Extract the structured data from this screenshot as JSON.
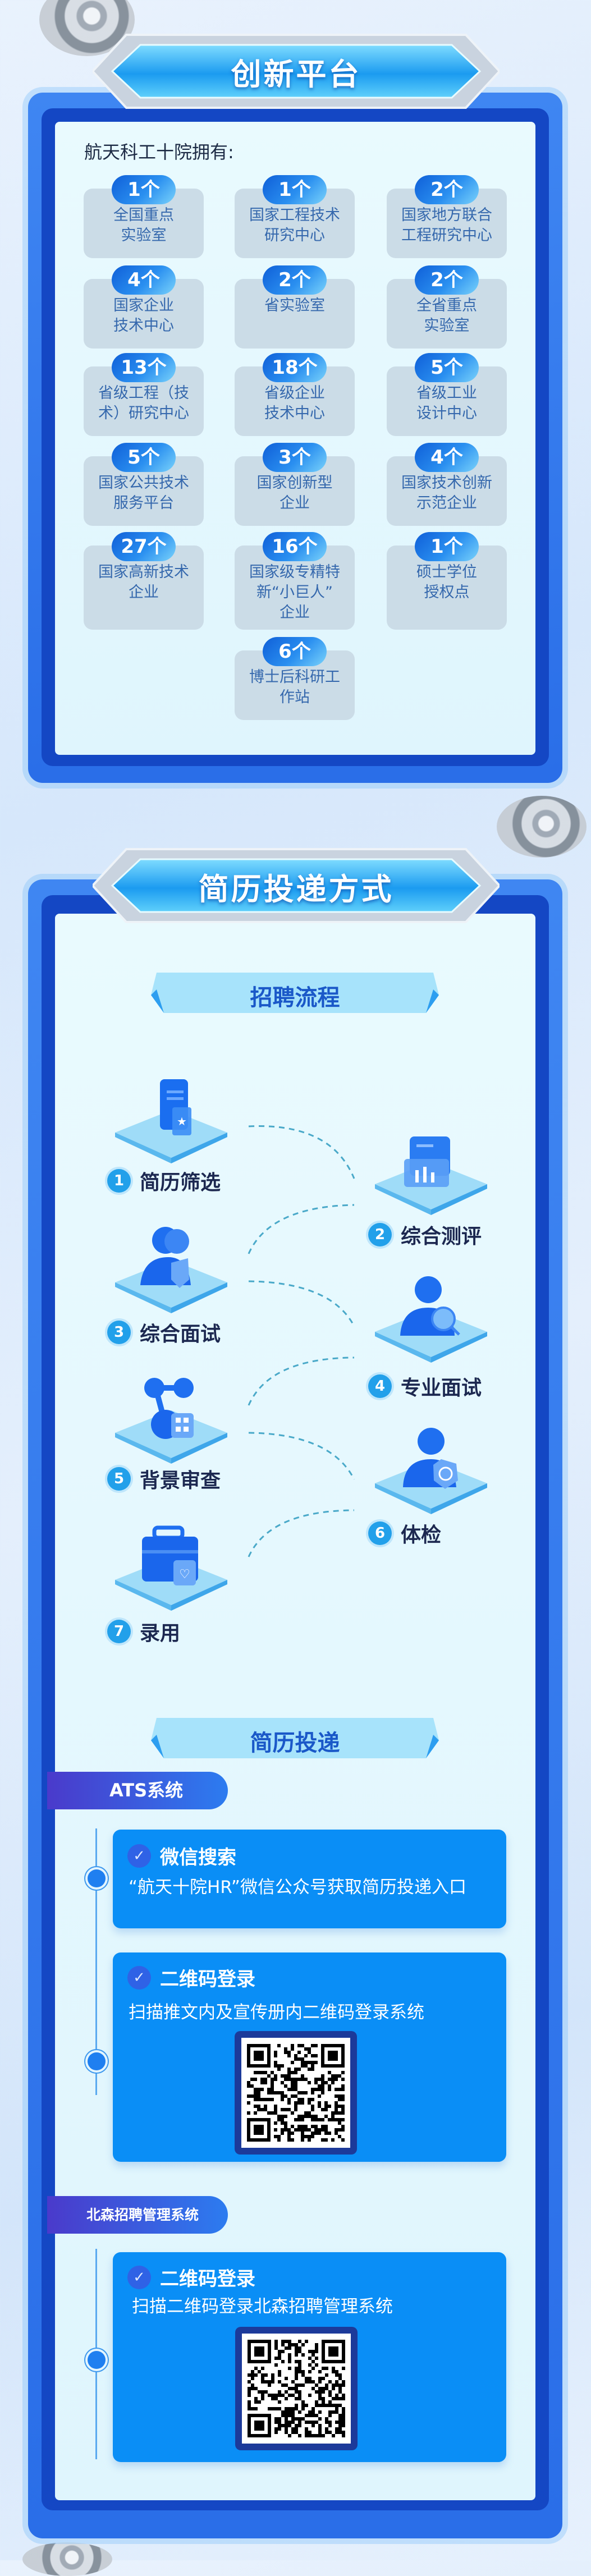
{
  "innovation": {
    "title": "创新平台",
    "intro": "航天科工十院拥有:",
    "items": [
      {
        "count": "1个",
        "label": "全国重点\n实验室"
      },
      {
        "count": "1个",
        "label": "国家工程技术\n研究中心"
      },
      {
        "count": "2个",
        "label": "国家地方联合\n工程研究中心"
      },
      {
        "count": "4个",
        "label": "国家企业\n技术中心"
      },
      {
        "count": "2个",
        "label": "省实验室"
      },
      {
        "count": "2个",
        "label": "全省重点\n实验室"
      },
      {
        "count": "13个",
        "label": "省级工程（技\n术）研究中心"
      },
      {
        "count": "18个",
        "label": "省级企业\n技术中心"
      },
      {
        "count": "5个",
        "label": "省级工业\n设计中心"
      },
      {
        "count": "5个",
        "label": "国家公共技术\n服务平台"
      },
      {
        "count": "3个",
        "label": "国家创新型\n企业"
      },
      {
        "count": "4个",
        "label": "国家技术创新\n示范企业"
      },
      {
        "count": "27个",
        "label": "国家高新技术\n企业"
      },
      {
        "count": "16个",
        "label": "国家级专精特\n新“小巨人”\n企业"
      },
      {
        "count": "1个",
        "label": "硕士学位\n授权点"
      },
      {
        "count": "6个",
        "label": "博士后科研工\n作站"
      }
    ]
  },
  "delivery": {
    "title": "简历投递方式",
    "process": {
      "title": "招聘流程",
      "steps": [
        {
          "num": "1",
          "label": "简历筛选",
          "icon": "resume-star-icon"
        },
        {
          "num": "2",
          "label": "综合测评",
          "icon": "assessment-chart-icon"
        },
        {
          "num": "3",
          "label": "综合面试",
          "icon": "group-interview-icon"
        },
        {
          "num": "4",
          "label": "专业面试",
          "icon": "person-search-icon"
        },
        {
          "num": "5",
          "label": "背景审查",
          "icon": "network-grid-icon"
        },
        {
          "num": "6",
          "label": "体检",
          "icon": "person-target-icon"
        },
        {
          "num": "7",
          "label": "录用",
          "icon": "briefcase-heart-icon"
        }
      ]
    },
    "submit": {
      "title": "简历投递",
      "ats": {
        "label": "ATS系统",
        "cards": [
          {
            "title": "微信搜索",
            "body": "“航天十院HR”微信公众号获取简历投递入口"
          },
          {
            "title": "二维码登录",
            "body": "扫描推文内及宣传册内二维码登录系统"
          }
        ]
      },
      "beisen": {
        "label": "北森招聘管理系统",
        "cards": [
          {
            "title": "二维码登录",
            "body": "扫描二维码登录北森招聘管理系统"
          }
        ]
      }
    }
  },
  "colors": {
    "frame": "#2a6ee8",
    "badge": "#1a74e4",
    "card_blue": "#0a8ef6",
    "step_num": "#22a0ea",
    "pill": "#4a3acb"
  }
}
